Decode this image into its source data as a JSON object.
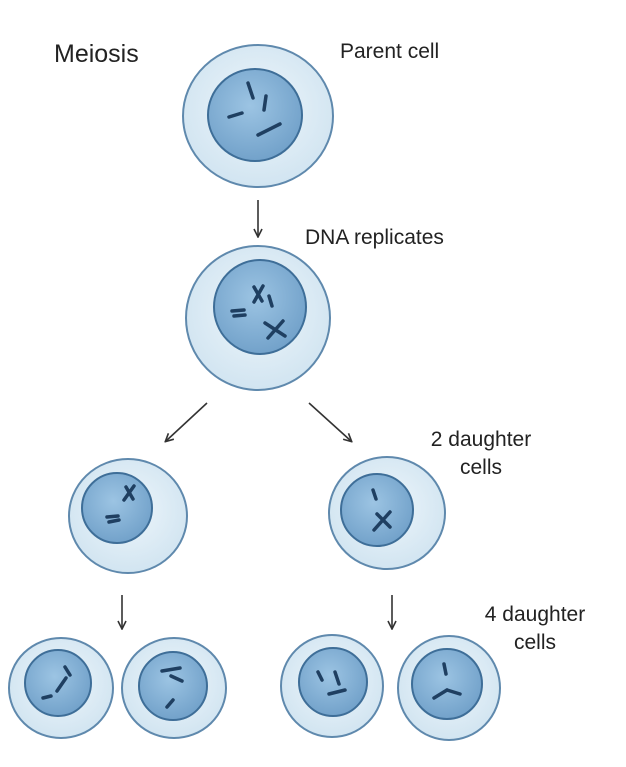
{
  "title": "Meiosis",
  "labels": {
    "parent": "Parent cell",
    "replicates": "DNA replicates",
    "two_line1": "2 daughter",
    "two_line2": "cells",
    "four_line1": "4 daughter",
    "four_line2": "cells"
  },
  "colors": {
    "cytoplasm_fill": "#d8e9f3",
    "membrane": "#5f89ad",
    "nucleus_fill": "#85b3d8",
    "nucleus_edge": "#3e6e98",
    "chromosome": "#1f3f61",
    "arrow": "#333333"
  }
}
